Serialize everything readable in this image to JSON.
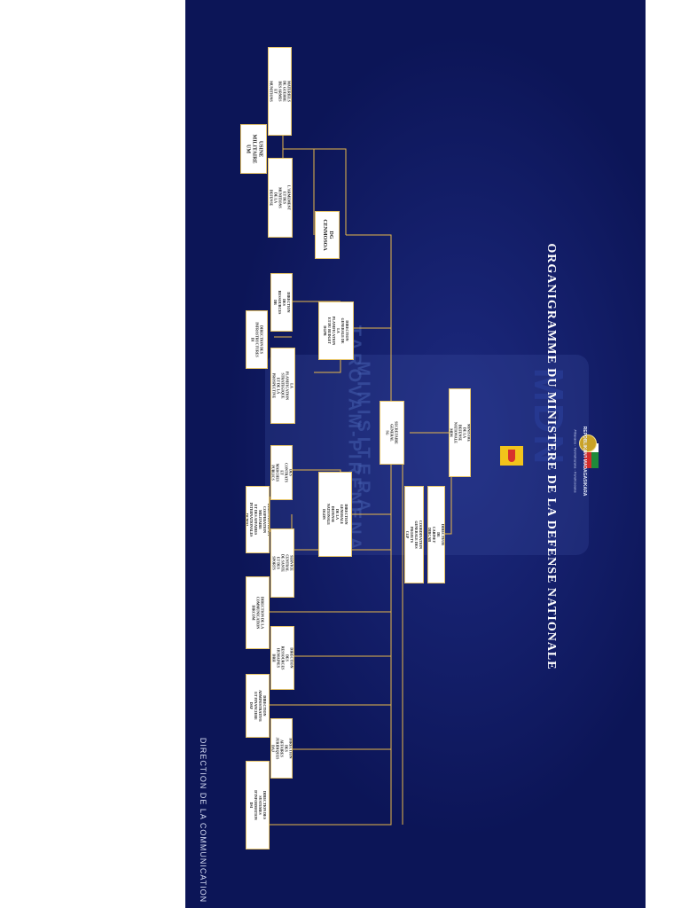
{
  "title": "ORGANIGRAMME DU MINISTERE DE LA DEFENSE NATIONALE",
  "footer": "DIRECTION DE LA COMMUNICATION",
  "republic": {
    "name": "REPOBLIKAN'I MADAGASIKARA",
    "motto": "Fitiavana - Tanindrazana - Fandrosoana"
  },
  "watermark": {
    "acronym": "MDN",
    "line1": "MINISITERA",
    "line2": "TAROVAM-PIRENENA"
  },
  "colors": {
    "background": "#0c1557",
    "connector": "#e8b84a",
    "box": "#ffffff"
  },
  "nodes": {
    "minister": "MINISTRE DE LA DEFENSE NATIONALE\nMDN",
    "secretary_general": "SECRETAIRE GENERAL\nSG",
    "director_cabinet": "DIRECTEUR DE CABINET\nDIRCAB",
    "coordination": "COORDINATION GENERALE DES PROJETS\nCGP",
    "dgcenmos": "DG CENMOSOA",
    "usine": "USINE MILITAIRE\nUM",
    "dir_sept": "DIRECTION DU CONTROLE DES MATERIELS DE GUERRE\nDES ARMES ET MUNITIONS DE SECOND ET 4EME\nCATEGORIES\nDCMAGC",
    "dir_usine": "DIRECTION DE L'ARMEMENT ET DES MUNITIONS\nDE LA DEFENSE NATIONALE\nDAMDN",
    "dir_general_plan": "DIRECTION GENERALE DE LA PLANIFICATION\nET DU BUDGET\nDGPB",
    "dir_ressources": "DIRECTION DES RESSOURCES\nDR",
    "dir_infra": "DIRECTION DES INFRASTRUCTURES\nDI",
    "dir_plan_strat": "DIRECTION DE LA PLANIFICATION STRATEGIQUE\nET DE LA PROSPECTIVE\nDPSP",
    "dir_gen_defense": "DIRECTION GENERALE DE LA DEFENSE\nNATIONALE\nDGDN",
    "dir_contrats": "DIRECTION DES CONTRATS ET\nMARCHES PUBLICS\nDCMP",
    "dir_cooperation": "DIRECTION DE LA COOPERATION MILITAIRE\nET DES AFFAIRES INTERNATIONALES\nDCMAI",
    "dir_service_central": "DIRECTION DU SERVICE CENTRAL DE SANTE\nET DES SPORTS MILITAIRES\nDSCSSM",
    "dir_communication": "DIRECTION DE LA COMMUNICATION\nDIRCOM",
    "dir_rh": "DIRECTION DES RESSOURCES\nHUMAINES\nDRH",
    "dir_admin_fin": "DIRECTION ADMINISTRATIVE\nET FINANCIERE\nDAF",
    "dir_affaires_jur": "DIRECTION DES AFFAIRES\nJURIDIQUES\nDAJ",
    "dir_systemes_info": "DIRECTION DES SYSTEMES D'INFORMATION\nDSI"
  }
}
